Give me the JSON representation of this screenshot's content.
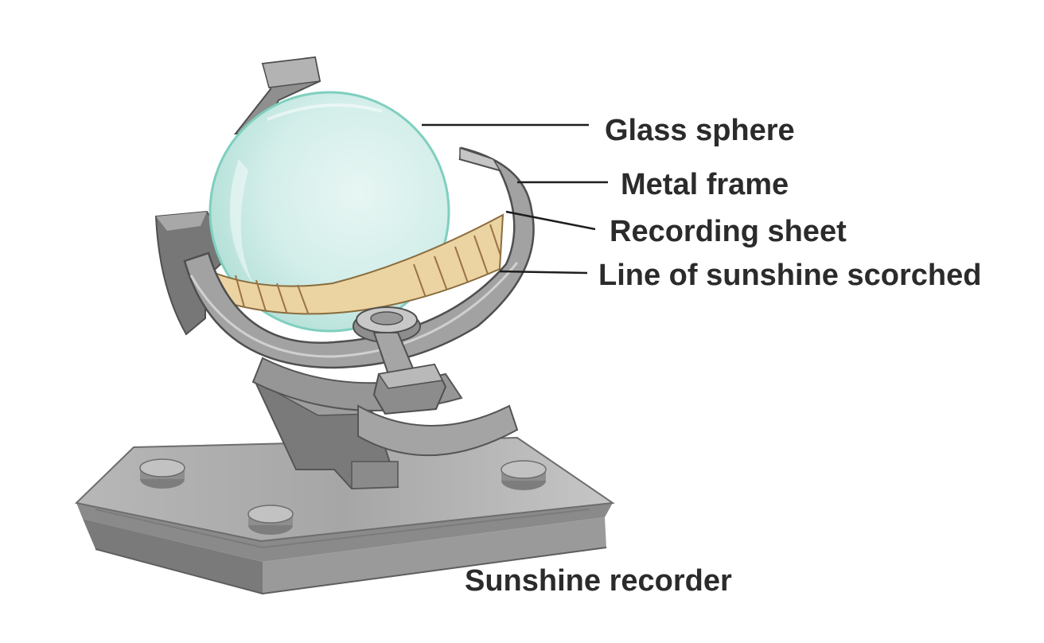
{
  "labels": {
    "glass_sphere": "Glass sphere",
    "metal_frame": "Metal frame",
    "recording_sheet": "Recording sheet",
    "line_of_sunshine": "Line of sunshine scorched"
  },
  "caption": "Sunshine recorder",
  "colors": {
    "sphere": "#ccecea",
    "sphere_edge": "#7fcfbf",
    "metal": "#8d8d8d",
    "metal_light": "#b6b6b6",
    "metal_dark": "#5c5c5c",
    "sheet": "#ebd3a2",
    "sheet_lines": "#9a7442",
    "text": "#2b2b2b"
  }
}
